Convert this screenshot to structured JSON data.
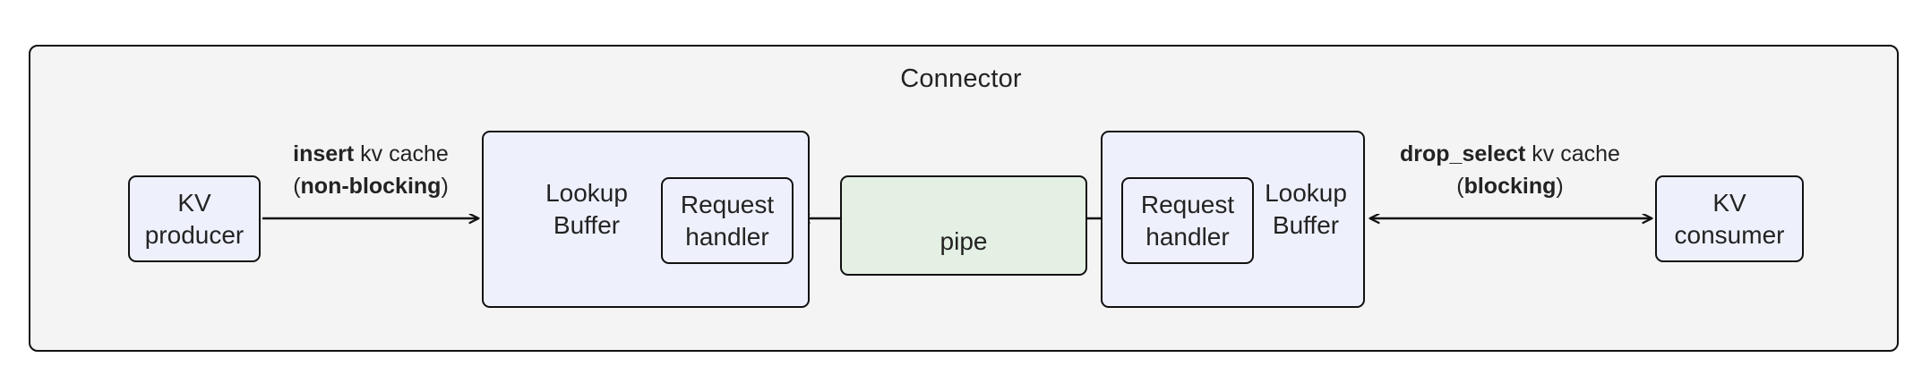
{
  "diagram": {
    "title": "Connector",
    "colors": {
      "container_fill": "#f4f4f4",
      "node_fill": "#eef1fc",
      "pipe_fill": "#e3f0e3",
      "stroke": "#111111",
      "text": "#232323"
    },
    "nodes": {
      "kv_producer": {
        "line1": "KV",
        "line2": "producer"
      },
      "kv_consumer": {
        "line1": "KV",
        "line2": "consumer"
      },
      "lookup_buffer_left": {
        "line1": "Lookup",
        "line2": "Buffer"
      },
      "lookup_buffer_right": {
        "line1": "Lookup",
        "line2": "Buffer"
      },
      "request_handler_left": {
        "line1": "Request",
        "line2": "handler"
      },
      "request_handler_right": {
        "line1": "Request",
        "line2": "handler"
      },
      "pipe": {
        "label": "pipe"
      }
    },
    "edges": {
      "insert": {
        "line1_bold": "insert",
        "line1_rest": " kv cache",
        "line2_open": "(",
        "line2_bold": "non-blocking",
        "line2_close": ")",
        "direction": "right"
      },
      "drop_select": {
        "line1_bold": "drop_select",
        "line1_rest": " kv cache",
        "line2_open": "(",
        "line2_bold": "blocking",
        "line2_close": ")",
        "direction": "bidirectional"
      },
      "pipe_transfer": {
        "direction": "bidirectional"
      }
    }
  }
}
